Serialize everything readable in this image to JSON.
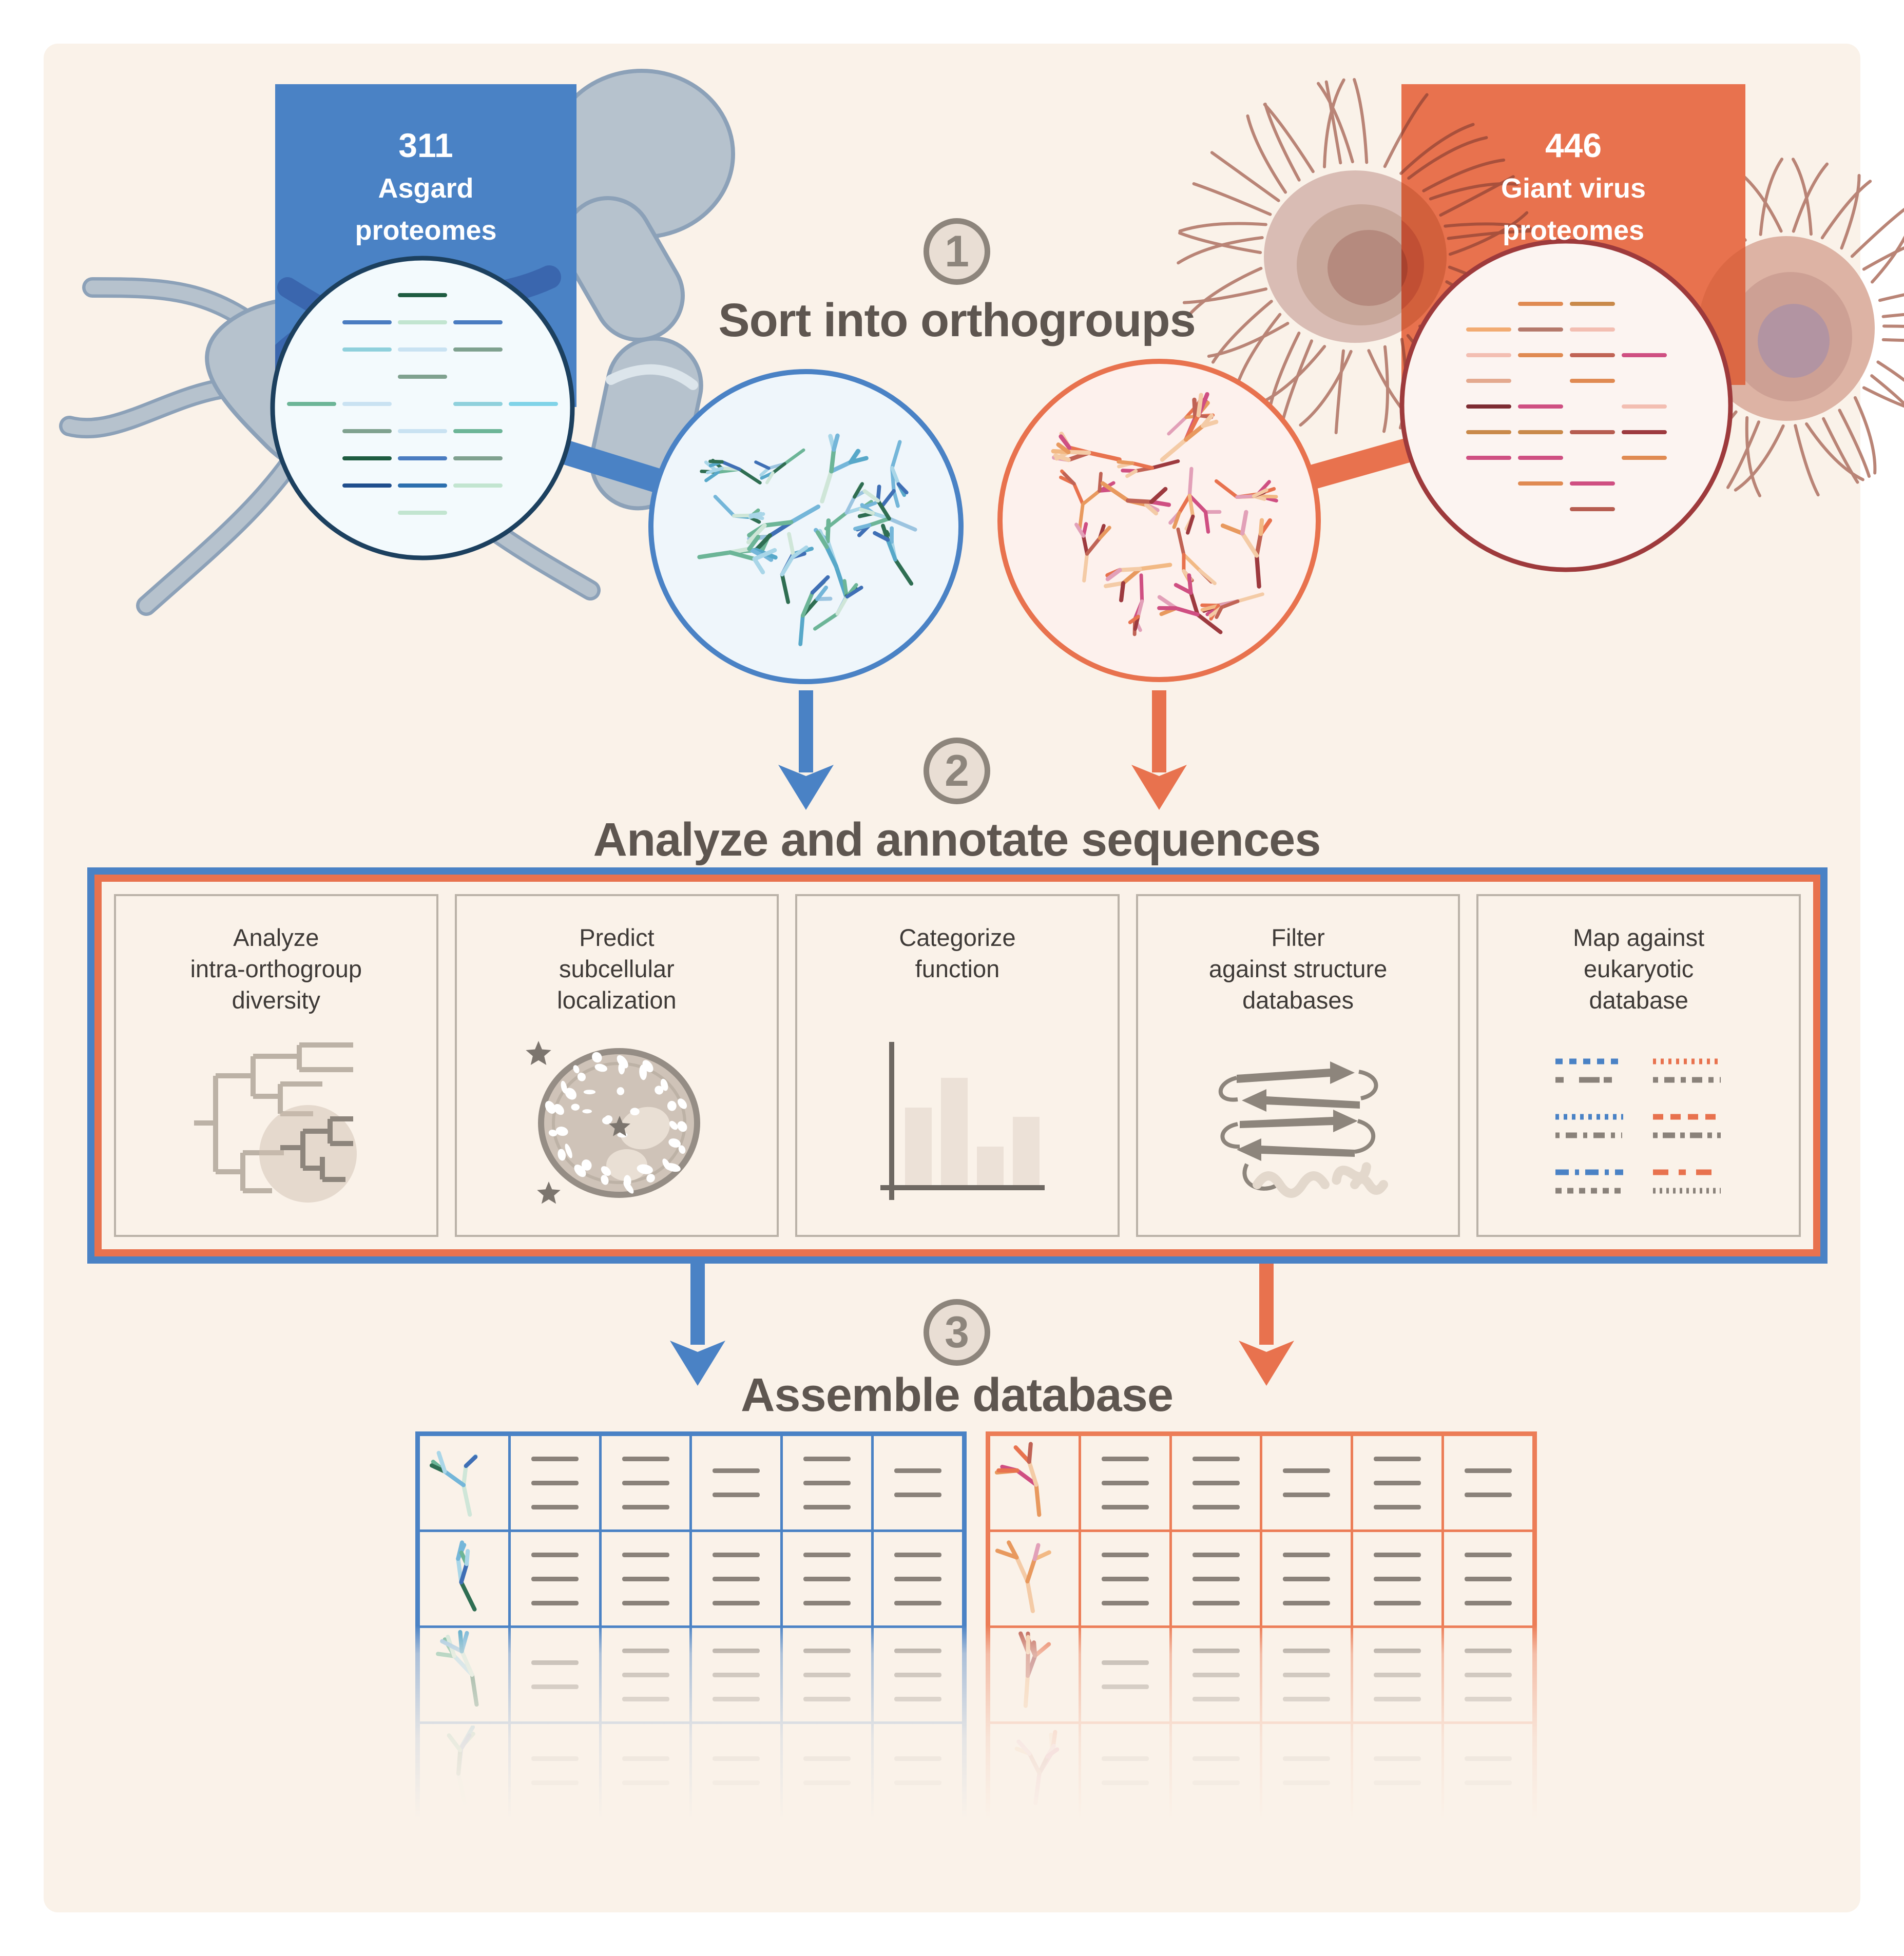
{
  "colors": {
    "background": "#FAF2E9",
    "page_margin": "#FFFFFF",
    "accent_blue": "#4A82C5",
    "accent_orange": "#E8724E",
    "badge_fill": "#E9DED4",
    "badge_border": "#8D857C",
    "heading_text": "#5E5650",
    "panel_title_text": "#3E3A37",
    "panel_border": "#BAB2A8",
    "table_blue": "#4A82C5",
    "table_orange": "#EC7D57",
    "dash_gray": "#8A827A",
    "asgard_circle_border": "#1C405F",
    "virus_circle_border": "#9E3A3C"
  },
  "sources": {
    "asgard": {
      "count": "311",
      "line1": "Asgard",
      "line2": "proteomes",
      "icon": "asgard-archaea-illustration"
    },
    "giant_virus": {
      "count": "446",
      "line1": "Giant virus",
      "line2": "proteomes",
      "icon": "giant-virus-illustration"
    }
  },
  "steps": [
    {
      "number": "1",
      "title": "Sort into orthogroups"
    },
    {
      "number": "2",
      "title": "Analyze and annotate sequences"
    },
    {
      "number": "3",
      "title": "Assemble database"
    }
  ],
  "analysis_panels": [
    {
      "icon": "dendrogram-icon",
      "lines": [
        "Analyze",
        "intra-orthogroup",
        "diversity"
      ]
    },
    {
      "icon": "cell-localization-icon",
      "lines": [
        "Predict",
        "subcellular",
        "localization"
      ]
    },
    {
      "icon": "function-bar-chart-icon",
      "lines": [
        "Categorize",
        "function"
      ]
    },
    {
      "icon": "protein-structure-icon",
      "lines": [
        "Filter",
        "against structure",
        "databases"
      ]
    },
    {
      "icon": "sequence-mapping-icon",
      "lines": [
        "Map against",
        "eukaryotic",
        "database"
      ]
    }
  ],
  "database_tables": [
    {
      "name": "asgard-orthogroup-table",
      "theme": "blue",
      "columns": 6,
      "rows_visible": 2,
      "rows_faded": 2
    },
    {
      "name": "giant-virus-orthogroup-table",
      "theme": "orange",
      "columns": 6,
      "rows_visible": 2,
      "rows_faded": 2
    }
  ]
}
